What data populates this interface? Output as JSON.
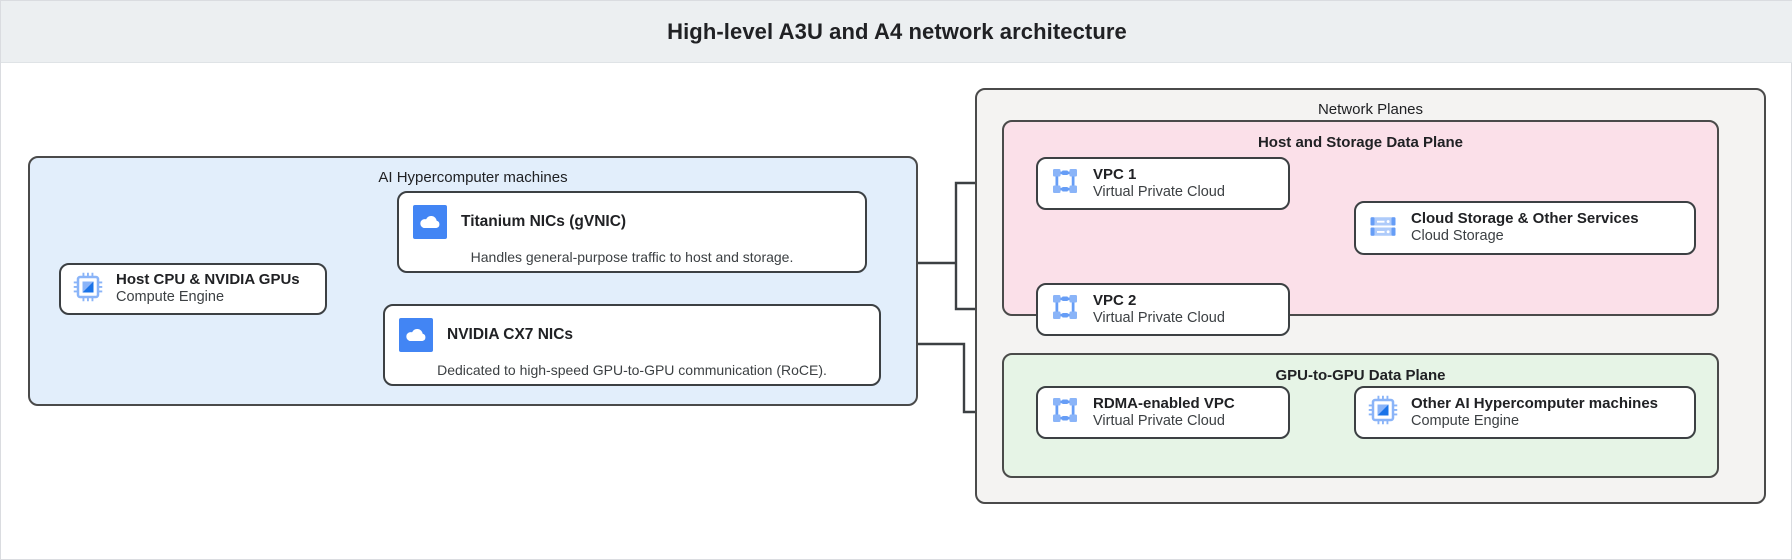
{
  "header": {
    "title": "High-level A3U and A4 network architecture"
  },
  "groups": {
    "machines": {
      "label": "AI Hypercomputer machines"
    },
    "planes": {
      "label": "Network Planes"
    },
    "host_plane": {
      "label": "Host and Storage Data Plane"
    },
    "gpu_plane": {
      "label": "GPU-to-GPU Data Plane"
    }
  },
  "nodes": {
    "host_cpu": {
      "title": "Host CPU & NVIDIA GPUs",
      "subtitle": "Compute Engine",
      "icon": "cpu-chip-icon"
    },
    "titanium": {
      "title": "Titanium NICs (gVNIC)",
      "desc": "Handles general-purpose traffic to host and storage.",
      "icon": "cloud-icon"
    },
    "cx7": {
      "title": "NVIDIA CX7 NICs",
      "desc": "Dedicated to high-speed GPU-to-GPU communication (RoCE).",
      "icon": "cloud-icon"
    },
    "vpc1": {
      "title": "VPC 1",
      "subtitle": "Virtual Private Cloud",
      "icon": "vpc-icon"
    },
    "vpc2": {
      "title": "VPC 2",
      "subtitle": "Virtual Private Cloud",
      "icon": "vpc-icon"
    },
    "storage": {
      "title": "Cloud Storage & Other Services",
      "subtitle": "Cloud Storage",
      "icon": "cloud-storage-icon"
    },
    "rdma_vpc": {
      "title": "RDMA-enabled VPC",
      "subtitle": "Virtual Private Cloud",
      "icon": "vpc-icon"
    },
    "other_mach": {
      "title": "Other AI Hypercomputer machines",
      "subtitle": "Compute Engine",
      "icon": "cpu-chip-icon"
    }
  },
  "colors": {
    "title_bar": "#eceff1",
    "machines_fill": "#e2eefb",
    "planes_fill": "#f4f3f2",
    "host_plane_fill": "#fbe0e9",
    "gpu_plane_fill": "#e6f4e6",
    "node_border": "#3c4043",
    "connector": "#3c4043",
    "icon_blue": "#4285f4",
    "icon_blue_light": "#8ab4f8"
  }
}
